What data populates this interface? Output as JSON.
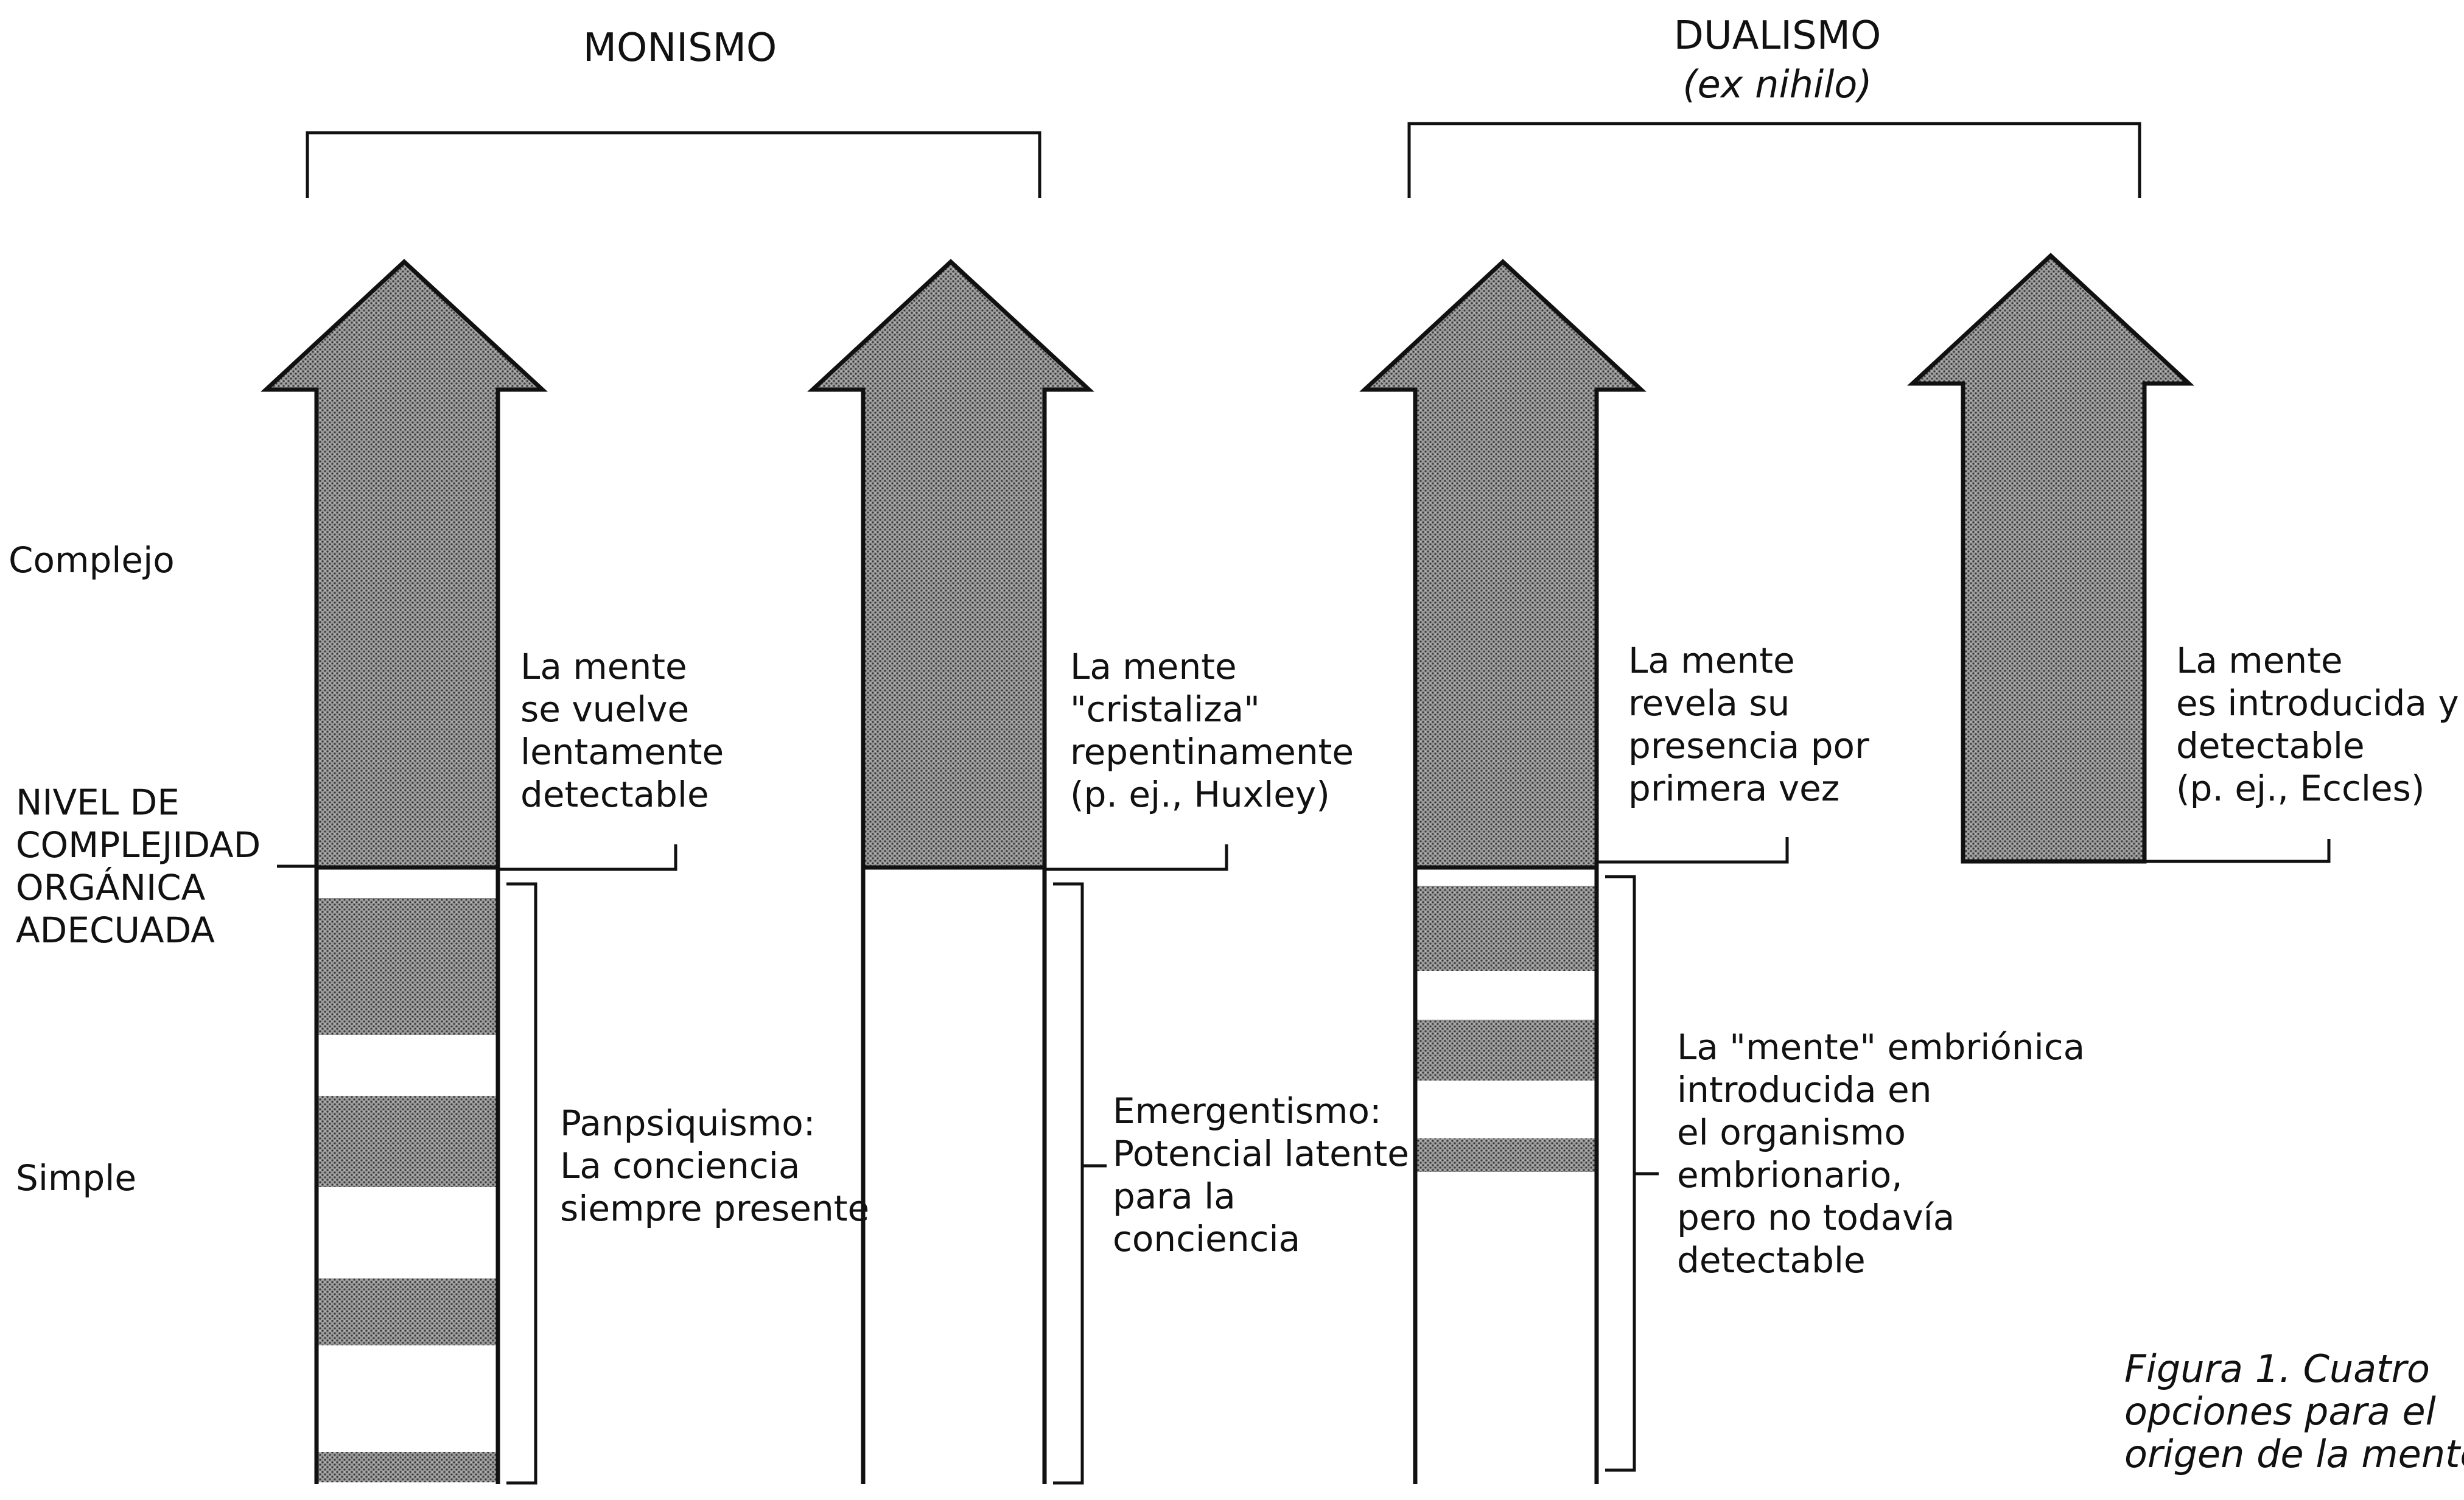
{
  "headings": {
    "monismo": "MONISMO",
    "dualismo": "DUALISMO",
    "dualismo_sub": "(ex nihilo)"
  },
  "axis": {
    "complejo": "Complejo",
    "simple": "Simple",
    "nivel": [
      "NIVEL DE",
      "COMPLEJIDAD",
      "ORGÁNICA",
      "ADECUADA"
    ]
  },
  "arrows": [
    {
      "upper_text": [
        "La mente",
        "se vuelve",
        "lentamente",
        "detectable"
      ],
      "lower_text": [
        "Panpsiquismo:",
        "La conciencia",
        "siempre presente"
      ]
    },
    {
      "upper_text": [
        "La mente",
        "\"cristaliza\"",
        "repentinamente",
        "(p. ej., Huxley)"
      ],
      "lower_text": [
        "Emergentismo:",
        "Potencial latente",
        "para la",
        "conciencia"
      ]
    },
    {
      "upper_text": [
        "La mente",
        "revela su",
        "presencia por",
        "primera vez"
      ],
      "lower_text": [
        "La \"mente\" embriónica",
        "introducida en",
        "el organismo",
        "embrionario,",
        "pero no todavía",
        "detectable"
      ]
    },
    {
      "upper_text": [
        "La mente",
        "es introducida y",
        "detectable",
        "(p. ej., Eccles)"
      ],
      "lower_text": []
    }
  ],
  "caption": [
    "Figura 1. Cuatro",
    "opciones para el",
    "origen de la mente"
  ],
  "colors": {
    "ink": "#111111",
    "shade": "#777777",
    "paper": "#ffffff"
  }
}
